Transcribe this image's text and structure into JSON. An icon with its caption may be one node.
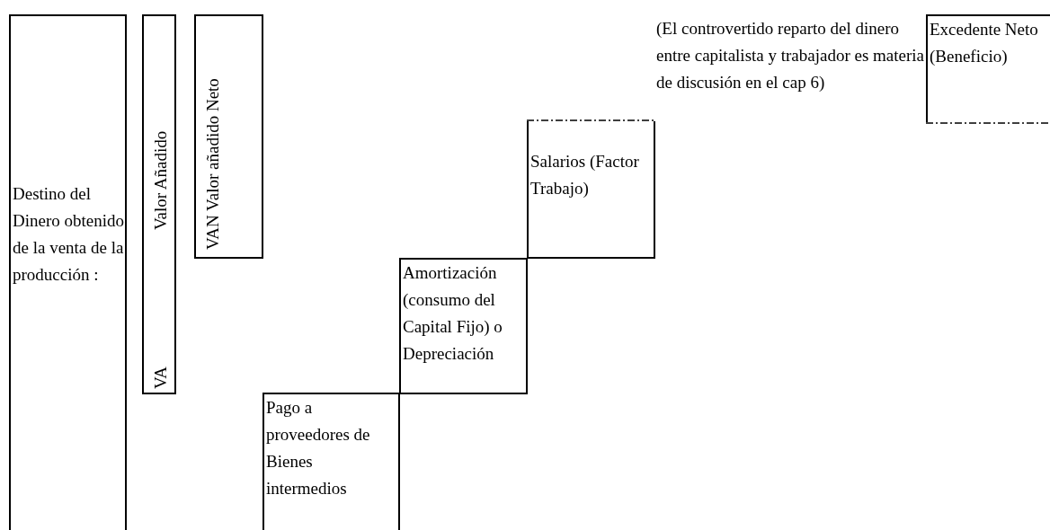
{
  "diagram": {
    "nodes": [
      {
        "text": [
          "Destino del Dinero obtenido de la venta de la producción :"
        ]
      },
      {
        "text": [
          "Valor Añadido",
          "VA"
        ]
      },
      {
        "text": [
          "VAN Valor añadido Neto"
        ]
      },
      {
        "text": [
          "Pago a proveedores de Bienes intermedios"
        ]
      },
      {
        "text": [
          "Amortización (consumo del Capital Fijo) o Depreciación"
        ]
      },
      {
        "text": [
          "Salarios (Factor Trabajo)"
        ]
      },
      {
        "text": [
          "Excedente Neto (Beneficio)"
        ]
      }
    ],
    "edges": [],
    "labels": [
      "(El controvertido reparto del dinero entre capitalista y trabajador es materia de discusión en el cap 6)"
    ]
  }
}
